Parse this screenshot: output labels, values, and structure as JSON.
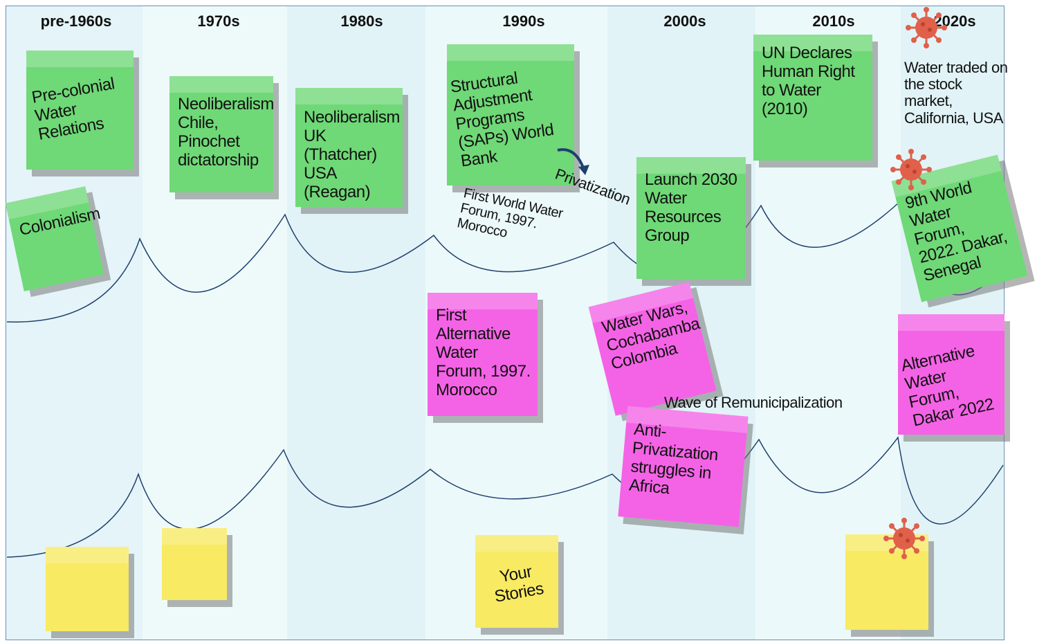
{
  "decades": [
    "pre-1960s",
    "1970s",
    "1980s",
    "1990s",
    "2000s",
    "2010s",
    "2020s"
  ],
  "notes": {
    "precolonial": "Pre-colonial Water Relations",
    "colonialism": "Colonialism",
    "neolib_chile": "Neoliberalism Chile, Pinochet dictatorship",
    "neolib_uk_usa": "Neoliberalism UK (Thatcher) USA (Reagan)",
    "saps": "Structural Adjustment Programs (SAPs) World Bank",
    "launch_2030": "Launch 2030 Water Resources Group",
    "un_declares": "UN Declares Human Right to Water (2010)",
    "ninth_forum": "9th World Water Forum, 2022. Dakar, Senegal",
    "first_alt_forum": "First Alternative Water Forum, 1997. Morocco",
    "water_wars": "Water Wars, Cochabamba Colombia",
    "anti_privatization": "Anti- Privatization struggles in Africa",
    "alt_forum_dakar": "Alternative Water Forum, Dakar 2022",
    "your_stories": "Your Stories"
  },
  "labels": {
    "privatization": "Privatization",
    "first_world_forum": "First World Water Forum, 1997. Morocco",
    "stock_market": "Water traded on the stock market, California, USA",
    "remunicipalization": "Wave of Remunicipalization"
  },
  "colors": {
    "green_note": "#6fd877",
    "pink_note": "#f463e6",
    "yellow_note": "#f8ea62",
    "curve": "#1f3f6e",
    "virus": "#e0604a"
  },
  "icons": [
    "virus-icon",
    "arrow-icon"
  ]
}
